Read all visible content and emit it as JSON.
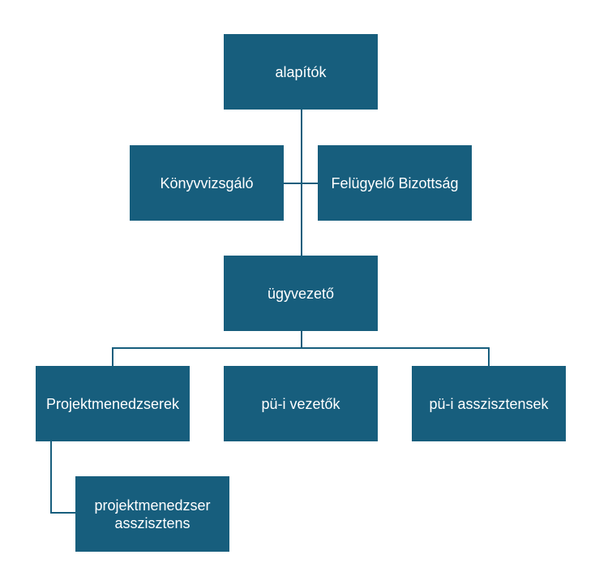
{
  "colors": {
    "box_fill": "#175e7d",
    "box_text": "#ffffff",
    "connector": "#175e7d",
    "background": "#ffffff"
  },
  "nodes": {
    "founders": {
      "label": "alapítók"
    },
    "auditor": {
      "label": "Könyvvizsgáló"
    },
    "supervisory_board": {
      "label": "Felügyelő Bizottság"
    },
    "ceo": {
      "label": "ügyvezető"
    },
    "project_managers": {
      "label": "Projektmenedzserek"
    },
    "pu_leaders": {
      "label": "pü-i vezetők"
    },
    "pu_assistants": {
      "label": "pü-i asszisztensek"
    },
    "pm_assistant": {
      "label": "projektmenedzser\nasszisztens"
    }
  }
}
